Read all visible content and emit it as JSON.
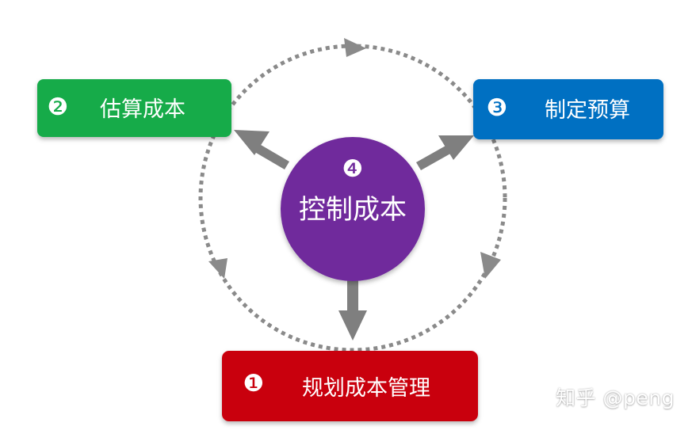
{
  "nodes": {
    "manage": {
      "number": "❶",
      "label": "规划成本管理",
      "color": "#C9000B"
    },
    "estimate": {
      "number": "❷",
      "label": "估算成本",
      "color": "#13AB4A"
    },
    "budget": {
      "number": "❸",
      "label": "制定预算",
      "color": "#0670C2"
    },
    "control": {
      "number": "❹",
      "label": "控制成本",
      "color": "#6F2C9C"
    }
  },
  "colors": {
    "cycle": "#8A8A8A",
    "arrow": "#7F7F7F"
  },
  "watermark": "知乎 @peng"
}
